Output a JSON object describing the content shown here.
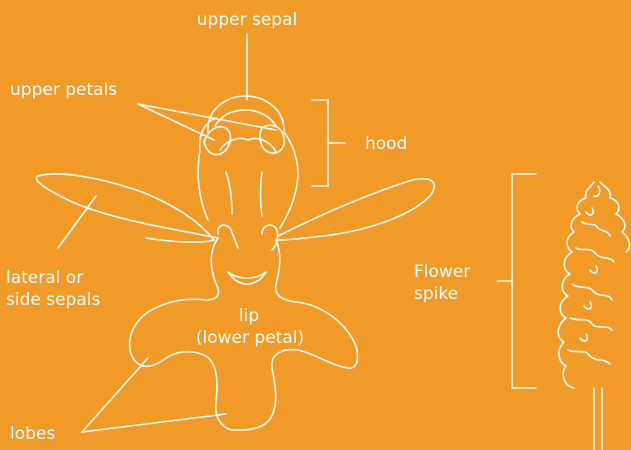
{
  "diagram": {
    "background_color": "#F29A27",
    "line_color": "#FFFFFF",
    "labels": {
      "upper_sepal": "upper sepal",
      "upper_petals": "upper petals",
      "hood": "hood",
      "lateral_sepals_line1": "lateral or",
      "lateral_sepals_line2": "side sepals",
      "lip_line1": "lip",
      "lip_line2": "(lower petal)",
      "flower_spike_line1": "Flower",
      "flower_spike_line2": "spike",
      "lobes": "lobes"
    }
  }
}
